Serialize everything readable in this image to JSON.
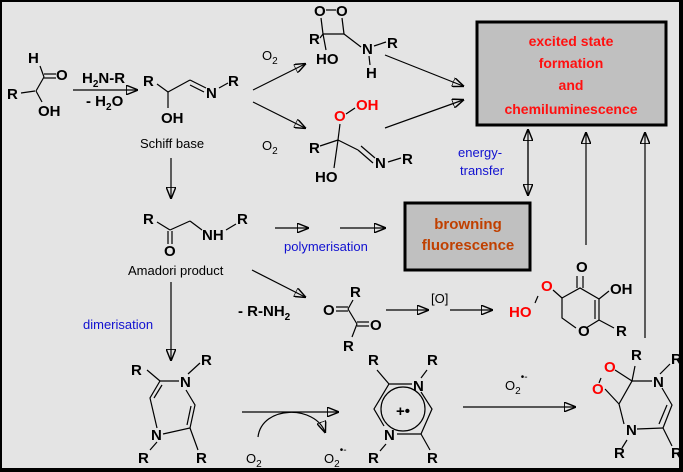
{
  "outcomes": {
    "excited_state": [
      "excited state",
      "formation",
      "and",
      "chemiluminescence"
    ],
    "browning": [
      "browning",
      "fluorescence"
    ]
  },
  "labels": {
    "schiff_base": "Schiff base",
    "amadori": "Amadori product",
    "polymerisation": "polymerisation",
    "dimerisation": "dimerisation",
    "energy_transfer": [
      "energy-",
      "transfer"
    ]
  },
  "reagents": {
    "amine": [
      "H",
      "2",
      "N-R"
    ],
    "water": [
      "- H",
      "2",
      "O"
    ],
    "o2": [
      "O",
      "2"
    ],
    "oxidation": "[O]",
    "minus_rnh2": [
      "- R-NH",
      "2"
    ],
    "superoxide": [
      "O",
      "2",
      "•-"
    ]
  },
  "atoms": {
    "R": "R",
    "O": "O",
    "H": "H",
    "OH": "OH",
    "HO": "HO",
    "N": "N",
    "NH": "NH",
    "radical_cation": "+•"
  },
  "colors": {
    "background": "#e4e4e4",
    "box_fill": "#c0c0c0",
    "outcome_red": "#ff1010",
    "browning_text": "#c04000",
    "annotation_blue": "#1010d0",
    "peroxide_red": "#ff0000"
  }
}
